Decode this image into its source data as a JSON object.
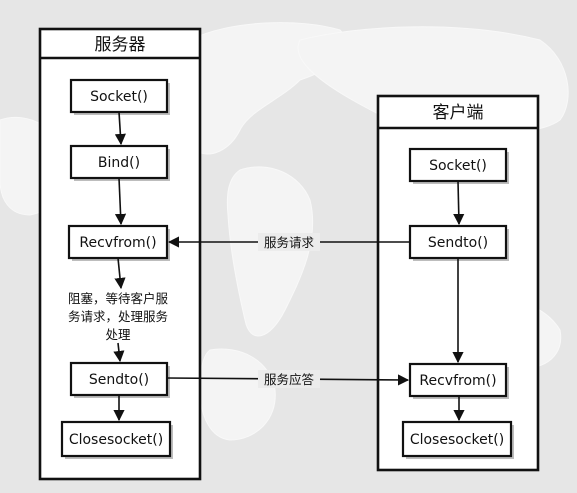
{
  "server": {
    "title": "服务器",
    "steps": [
      "Socket()",
      "Bind()",
      "Recvfrom()",
      "Sendto()",
      "Closesocket()"
    ],
    "note": [
      "阻塞，等待客户服",
      "务请求，处理服务",
      "处理"
    ]
  },
  "client": {
    "title": "客户端",
    "steps": [
      "Socket()",
      "Sendto()",
      "Recvfrom()",
      "Closesocket()"
    ]
  },
  "messages": {
    "request": "服务请求",
    "response": "服务应答"
  }
}
